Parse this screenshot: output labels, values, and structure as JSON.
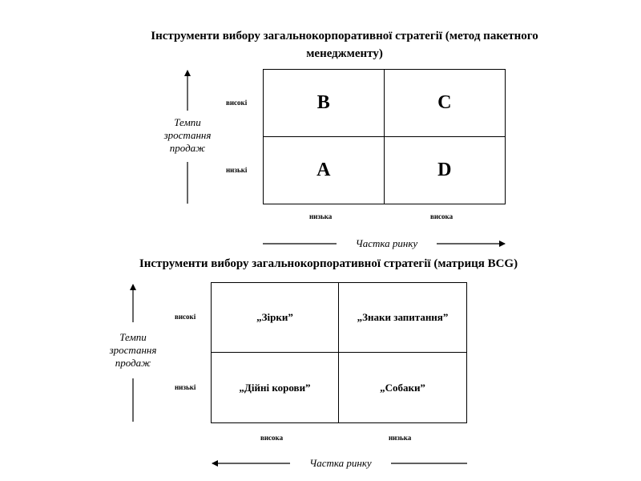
{
  "method": {
    "title": "Інструменти вибору загальнокорпоративної стратегії (метод пакетного менеджменту)",
    "y_axis_label": [
      "Темпи",
      "зростання",
      "продаж"
    ],
    "x_axis_label": "Частка ринку",
    "row_labels": {
      "high": "високі",
      "low": "низькі"
    },
    "col_labels": {
      "left": "низька",
      "right": "висока"
    },
    "cells": {
      "top_left": "B",
      "top_right": "C",
      "bottom_left": "A",
      "bottom_right": "D"
    }
  },
  "bcg": {
    "title": "Інструменти вибору загальнокорпоративної стратегії (матриця BCG)",
    "y_axis_label": [
      "Темпи",
      "зростання",
      "продаж"
    ],
    "x_axis_label": "Частка ринку",
    "row_labels": {
      "high": "високі",
      "low": "низькі"
    },
    "col_labels": {
      "left": "висока",
      "right": "низька"
    },
    "cells": {
      "top_left": "„Зірки”",
      "top_right": "„Знаки запитання”",
      "bottom_left": "„Дійні корови”",
      "bottom_right": "„Собаки”"
    }
  }
}
